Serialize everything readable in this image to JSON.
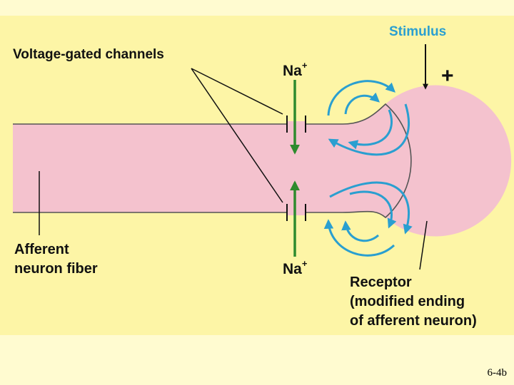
{
  "labels": {
    "voltage_gated": "Voltage-gated channels",
    "stimulus": "Stimulus",
    "plus_sign": "+",
    "na_top": "Na",
    "na_top_sup": "+",
    "na_bottom": "Na",
    "na_bottom_sup": "+",
    "afferent_line1": "Afferent",
    "afferent_line2": "neuron fiber",
    "receptor_line1": "Receptor",
    "receptor_line2": "(modified ending",
    "receptor_line3": "of afferent neuron)"
  },
  "slide_number": "6-4b",
  "colors": {
    "panel": "#fdf5a6",
    "background": "#fffbd0",
    "neuron_fill": "#f4c2ce",
    "membrane_stroke": "#555555",
    "current_arrow": "#2a9fd0",
    "sodium_arrow": "#2e8b2e",
    "stimulus_text": "#2a9fd0",
    "text": "#111111"
  }
}
